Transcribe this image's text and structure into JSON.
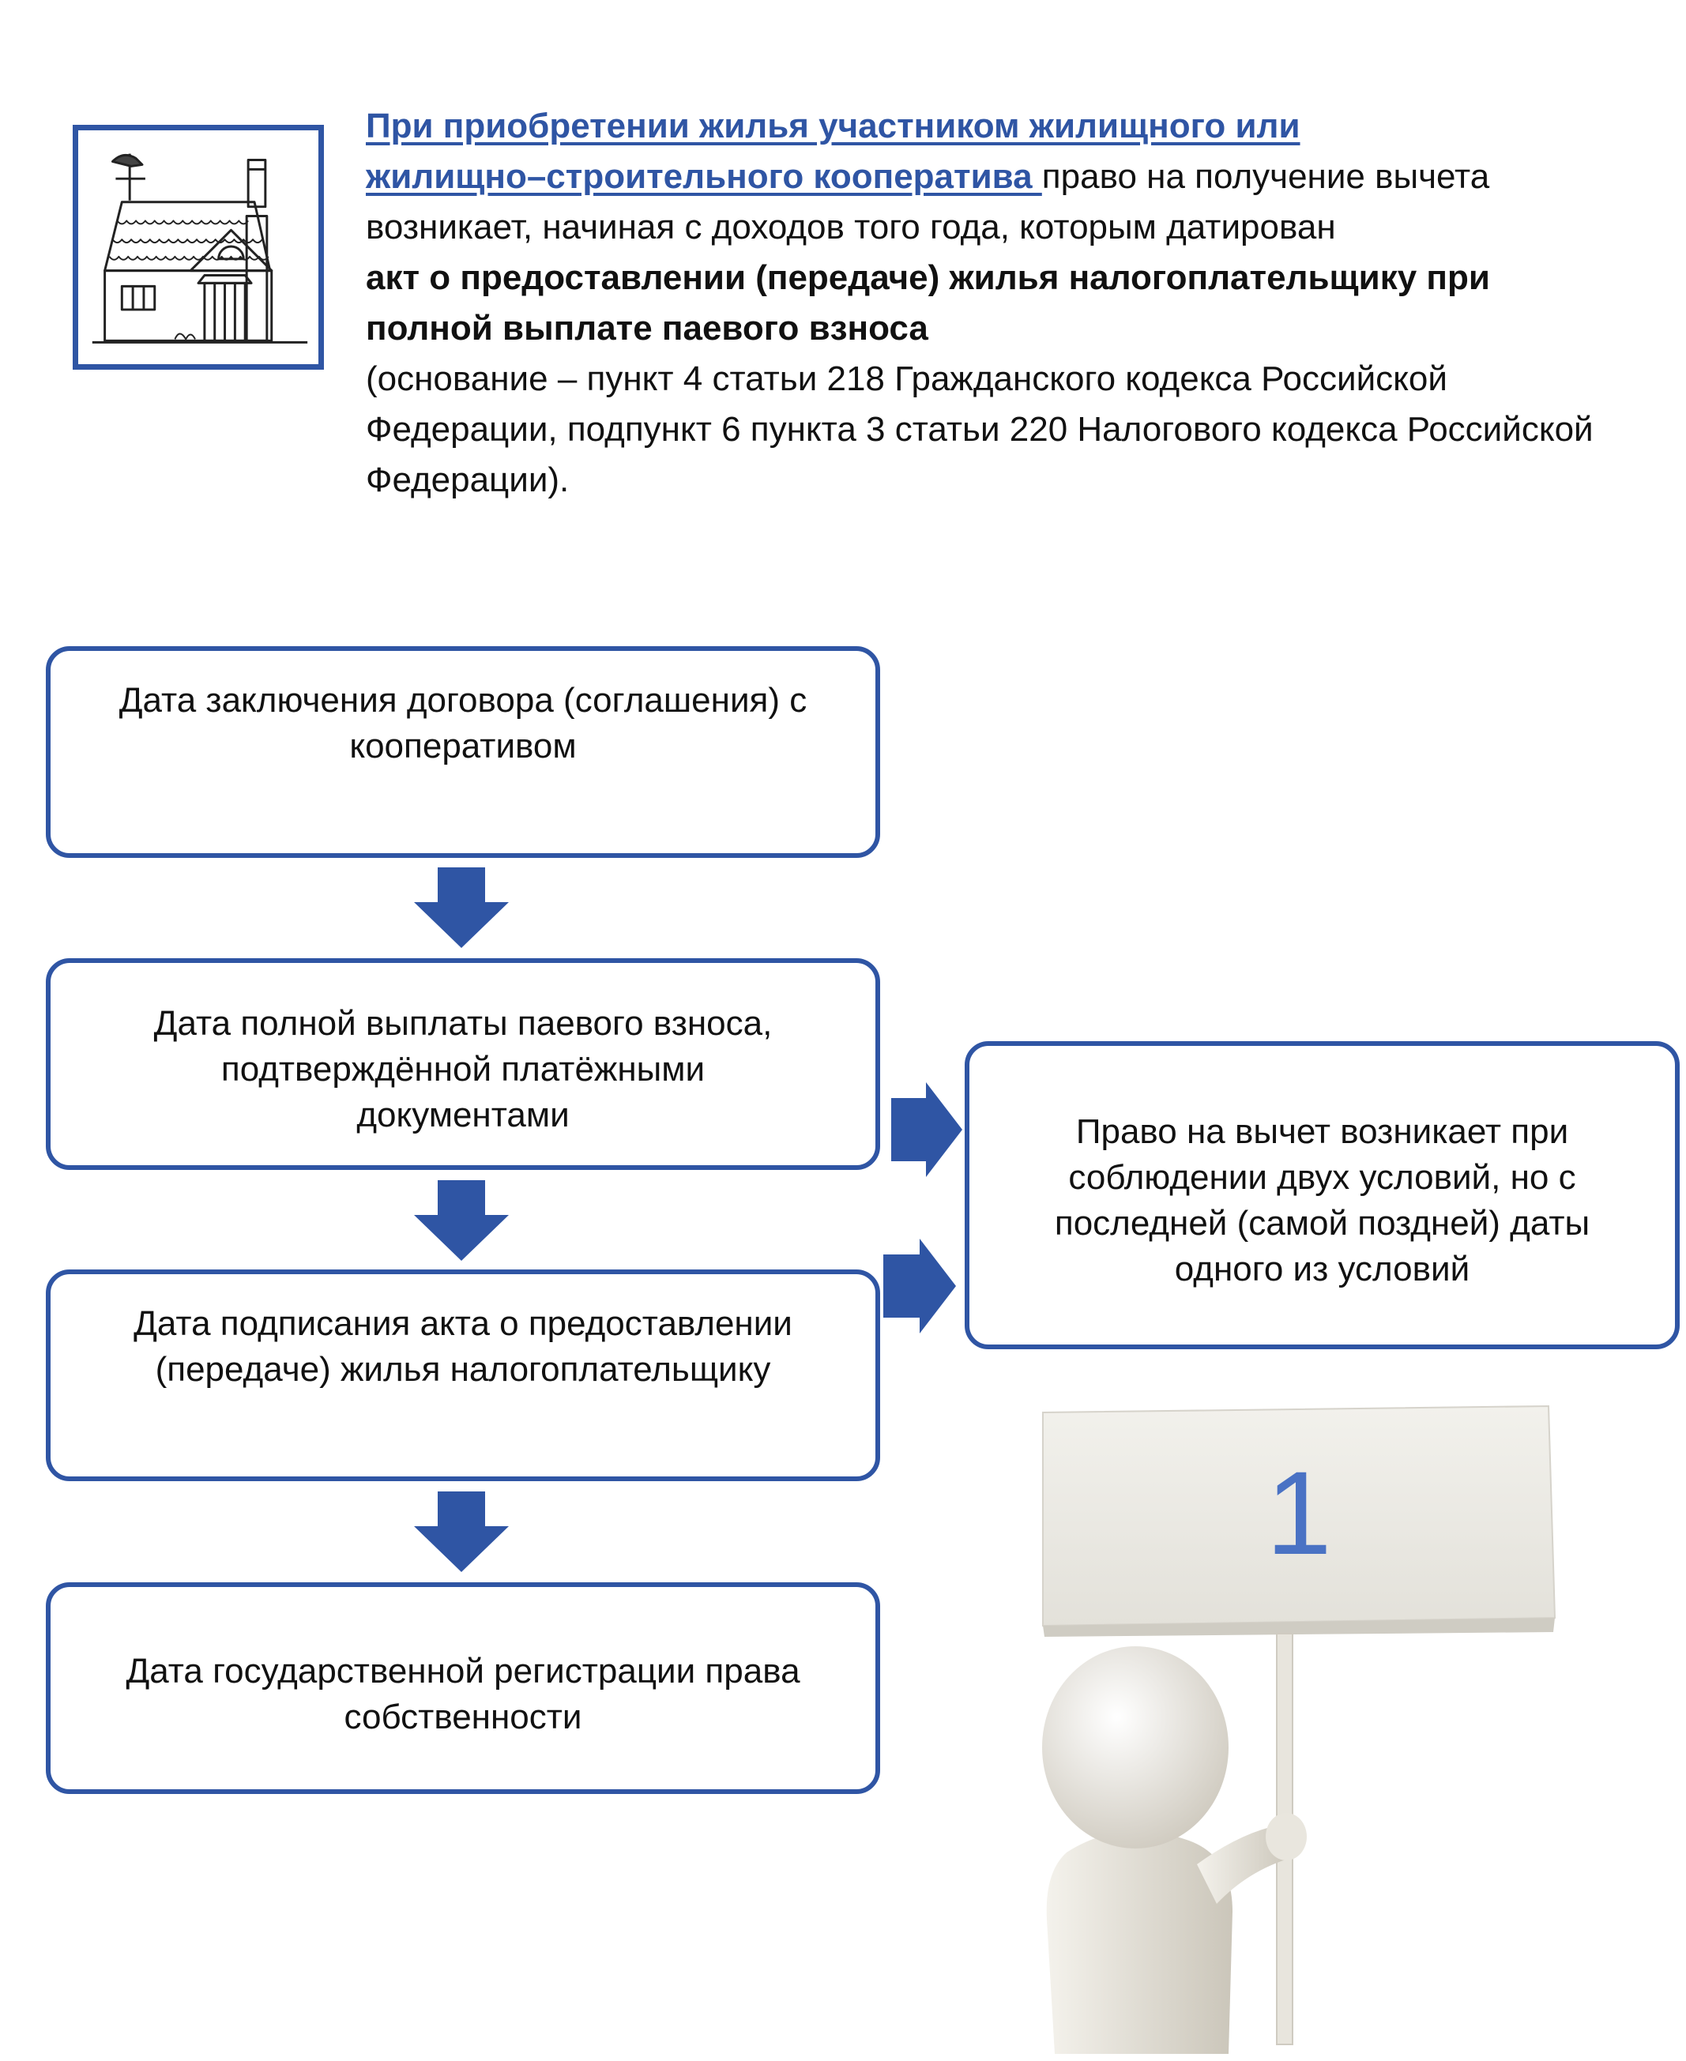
{
  "header": {
    "title_line1": "При приобретении жилья участником жилищного или",
    "title_line2": "жилищно–строительного кооператива ",
    "text_after_title": " право на получение вычета возникает, начиная с доходов того года, которым датирован ",
    "bold_text": "акт о предоставлении (передаче) жилья налогоплательщику при полной выплате паевого взноса",
    "basis_text": "(основание – пункт 4 статьи 218 Гражданского кодекса Российской Федерации, подпункт 6 пункта 3  статьи 220 Налогового кодекса Российской Федерации)."
  },
  "flow": {
    "box1": [
      "Дата заключения  договора (соглашения) с",
      "кооперативом"
    ],
    "box2": [
      "Дата полной выплаты паевого взноса,",
      "подтверждённой платёжными",
      "документами"
    ],
    "box3": [
      "Дата подписания  акта о предоставлении",
      "(передаче) жилья  налогоплательщику"
    ],
    "box4": [
      "Дата  государственной  регистрации права",
      "собственности"
    ],
    "result": [
      "Право  на вычет возникает  при",
      "соблюдении двух  условий, но с",
      "последней (самой поздней) даты",
      "одного из условий"
    ]
  },
  "sign": {
    "number": "1"
  },
  "colors": {
    "accent": "#2f55a4",
    "sign_number": "#4a72c4"
  },
  "icons": {
    "house": "house-drawing-icon",
    "figure": "person-holding-sign-icon"
  }
}
